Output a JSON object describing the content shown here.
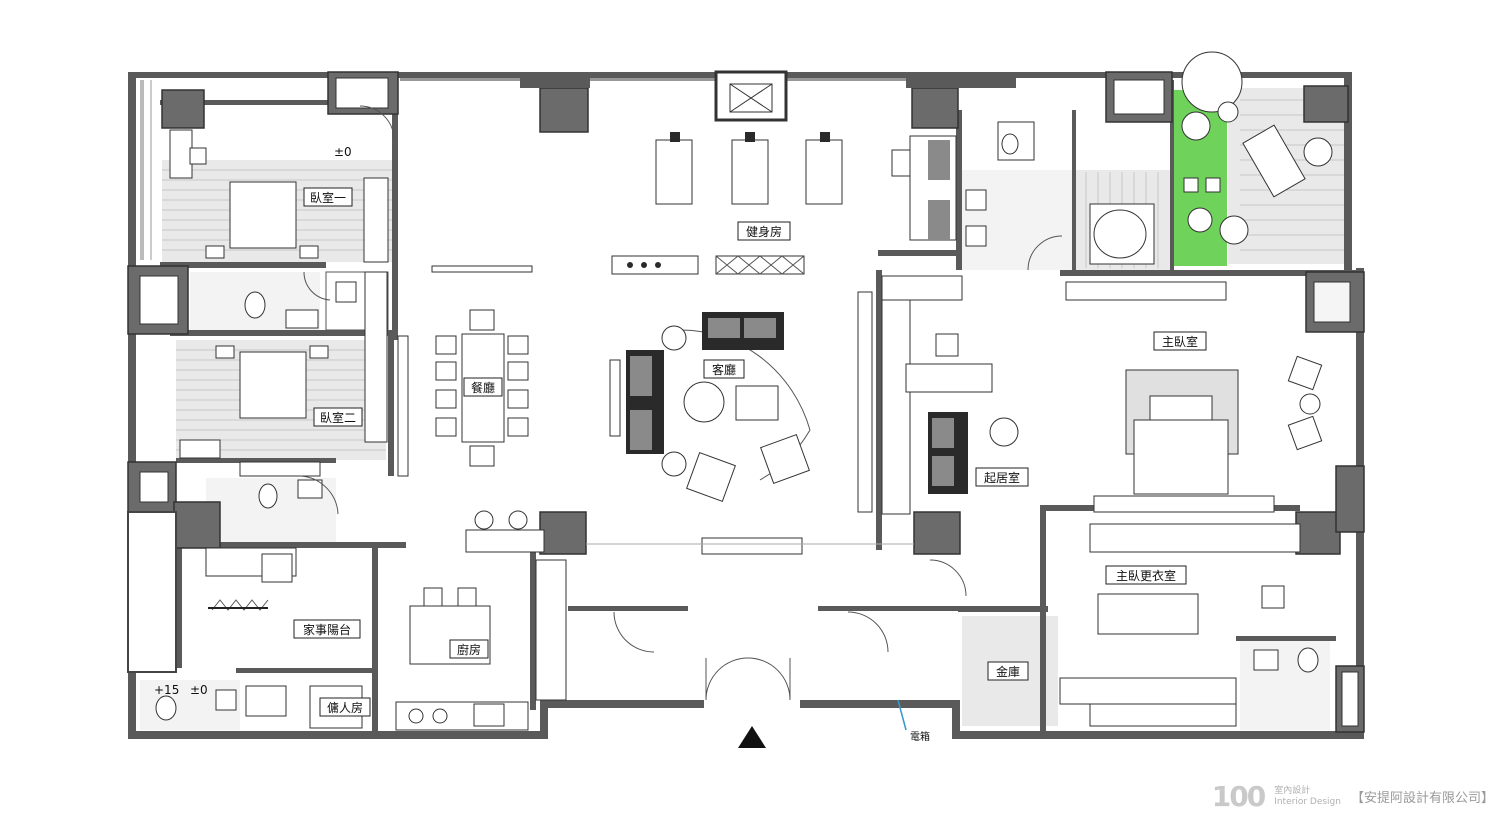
{
  "rooms": {
    "bedroom1": "臥室一",
    "bedroom2": "臥室二",
    "gym": "健身房",
    "living": "客廳",
    "dining": "餐廳",
    "family_room": "起居室",
    "master_bedroom": "主臥室",
    "master_closet": "主臥更衣室",
    "utility_balcony": "家事陽台",
    "kitchen": "廚房",
    "maid_room": "傭人房",
    "vault": "金庫"
  },
  "annotations": {
    "level_bedroom1": "±0",
    "level_bath_a": "+15",
    "level_bath_b": "±0",
    "electrical_box": "電箱"
  },
  "branding": {
    "logo": "100",
    "logo_sub_cn": "室內設計",
    "logo_sub_en": "Interior Design",
    "company": "【安提阿設計有限公司】"
  },
  "colors": {
    "wall": "#5a5a5a",
    "column": "#6b6b6b",
    "planting": "#6fd25a",
    "furniture_dark": "#2a2a2a"
  }
}
